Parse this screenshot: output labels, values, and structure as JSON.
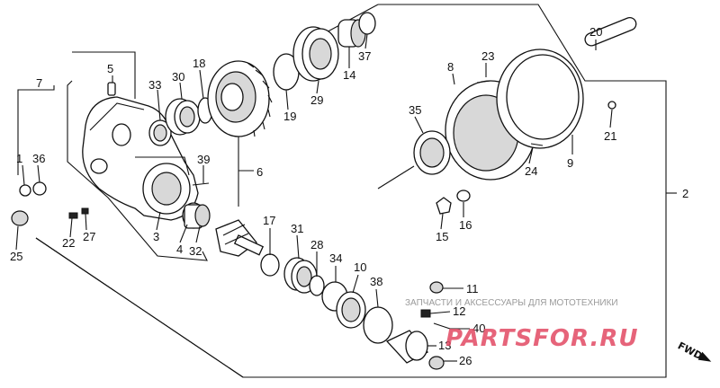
{
  "diagram": {
    "part_numbers": [
      "1",
      "2",
      "3",
      "4",
      "5",
      "6",
      "7",
      "8",
      "9",
      "10",
      "11",
      "12",
      "13",
      "14",
      "15",
      "16",
      "17",
      "18",
      "19",
      "20",
      "21",
      "22",
      "23",
      "24",
      "25",
      "26",
      "27",
      "28",
      "29",
      "30",
      "31",
      "32",
      "33",
      "34",
      "35",
      "36",
      "37",
      "38",
      "39",
      "40"
    ]
  },
  "watermark": {
    "tagline": "ЗАПЧАСТИ И АКСЕССУАРЫ ДЛЯ МОТОТЕХНИКИ",
    "logo": "PARTSFOR.RU"
  },
  "direction_marker": {
    "label": "FWD",
    "glyph": "arrow-right-icon"
  }
}
